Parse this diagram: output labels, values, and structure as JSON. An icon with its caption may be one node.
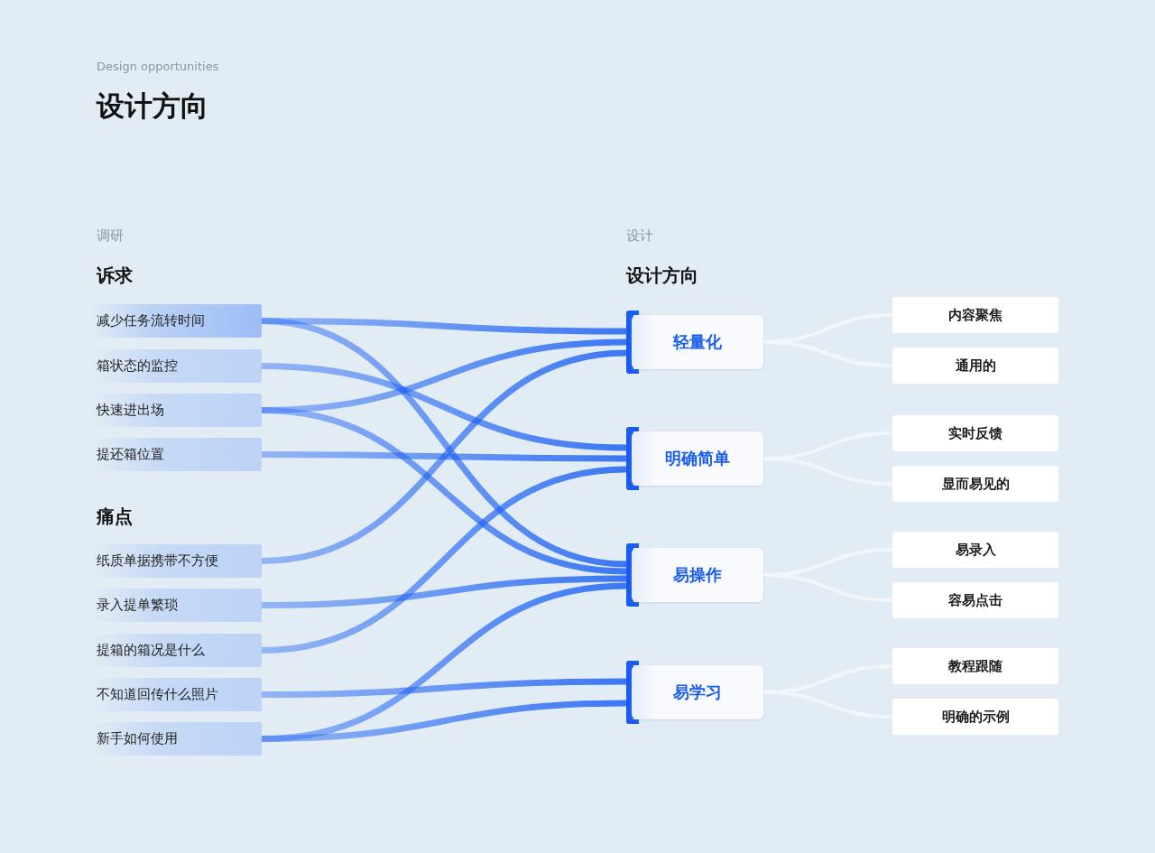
{
  "diagram": {
    "title": "设计方向",
    "nodes": [
      {
        "text": [
          "减少任务流转时间"
        ]
      },
      {
        "text": [
          "箱状态的监控"
        ]
      },
      {
        "text": [
          "快速进出场"
        ]
      },
      {
        "text": [
          "提还箱位置"
        ]
      },
      {
        "text": [
          "纸质单据携带不方便"
        ]
      },
      {
        "text": [
          "录入提单繁琐"
        ]
      },
      {
        "text": [
          "提箱的箱况是什么"
        ]
      },
      {
        "text": [
          "不知道回传什么照片"
        ]
      },
      {
        "text": [
          "新手如何使用"
        ]
      },
      {
        "text": [
          "轻量化"
        ]
      },
      {
        "text": [
          "明确简单"
        ]
      },
      {
        "text": [
          "易操作"
        ]
      },
      {
        "text": [
          "易学习"
        ]
      },
      {
        "text": [
          "内容聚焦"
        ]
      },
      {
        "text": [
          "通用的"
        ]
      },
      {
        "text": [
          "实时反馈"
        ]
      },
      {
        "text": [
          "显而易见的"
        ]
      },
      {
        "text": [
          "易录入"
        ]
      },
      {
        "text": [
          "容易点击"
        ]
      },
      {
        "text": [
          "教程跟随"
        ]
      },
      {
        "text": [
          "明确的示例"
        ]
      }
    ],
    "edges": [
      {
        "from": 0,
        "to": 9,
        "arrow": "none"
      },
      {
        "from": 0,
        "to": 11,
        "arrow": "none"
      },
      {
        "from": 1,
        "to": 10,
        "arrow": "none"
      },
      {
        "from": 2,
        "to": 9,
        "arrow": "none"
      },
      {
        "from": 2,
        "to": 11,
        "arrow": "none"
      },
      {
        "from": 3,
        "to": 10,
        "arrow": "none"
      },
      {
        "from": 4,
        "to": 9,
        "arrow": "none"
      },
      {
        "from": 5,
        "to": 11,
        "arrow": "none"
      },
      {
        "from": 6,
        "to": 10,
        "arrow": "none"
      },
      {
        "from": 7,
        "to": 12,
        "arrow": "none"
      },
      {
        "from": 8,
        "to": 11,
        "arrow": "none"
      },
      {
        "from": 8,
        "to": 12,
        "arrow": "none"
      },
      {
        "from": 9,
        "to": 13,
        "arrow": "none",
        "color": "#f3f7fc"
      },
      {
        "from": 9,
        "to": 14,
        "arrow": "none",
        "color": "#f3f7fc"
      },
      {
        "from": 10,
        "to": 15,
        "arrow": "none",
        "color": "#f3f7fc"
      },
      {
        "from": 10,
        "to": 16,
        "arrow": "none",
        "color": "#f3f7fc"
      },
      {
        "from": 11,
        "to": 17,
        "arrow": "none",
        "color": "#f3f7fc"
      },
      {
        "from": 11,
        "to": 18,
        "arrow": "none",
        "color": "#f3f7fc"
      },
      {
        "from": 12,
        "to": 19,
        "arrow": "none",
        "color": "#f3f7fc"
      },
      {
        "from": 12,
        "to": 20,
        "arrow": "none",
        "color": "#f3f7fc"
      }
    ],
    "labels": [
      "Design opportunities",
      "调研",
      "诉求",
      "痛点",
      "设计",
      "设计方向"
    ]
  }
}
